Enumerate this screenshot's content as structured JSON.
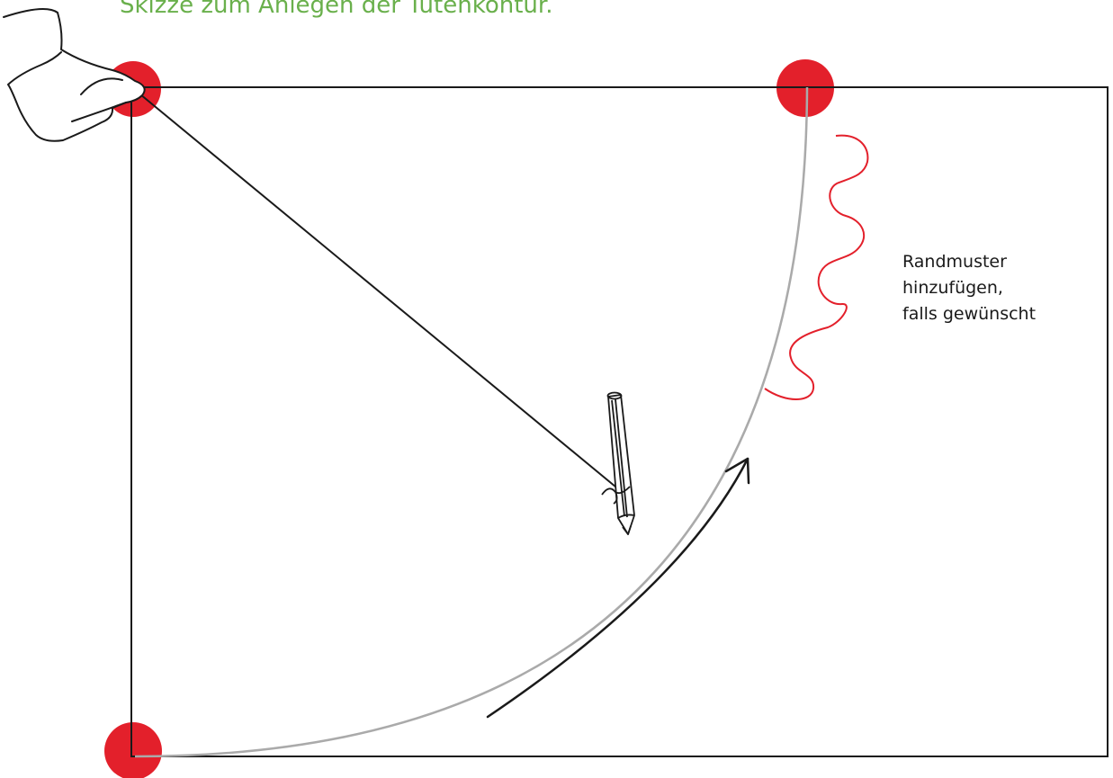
{
  "title": "Skizze zum Anlegen der Tütenkontur.",
  "note": {
    "line1": "Randmuster",
    "line2": "hinzufügen,",
    "line3": "falls gewünscht"
  },
  "colors": {
    "title": "#6ab04c",
    "marker": "#e3202b",
    "outline": "#1a1a1a",
    "arc": "#aaaaaa",
    "wave": "#e3202b"
  },
  "icons": [
    "hand-icon",
    "pencil-icon",
    "arrow-icon"
  ]
}
